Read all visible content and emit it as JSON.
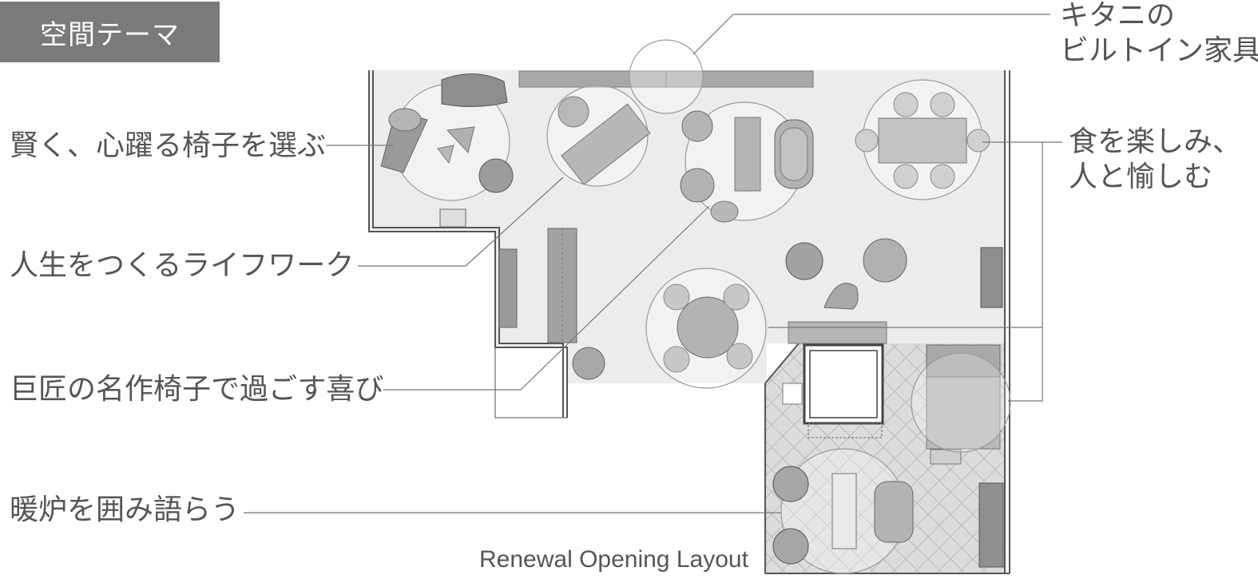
{
  "header": {
    "theme_tag": "空間テーマ"
  },
  "labels": {
    "chairs": "賢く、心躍る椅子を選ぶ",
    "lifework": "人生をつくるライフワーク",
    "masterpiece": "巨匠の名作椅子で過ごす喜び",
    "fireplace": "暖炉を囲み語らう",
    "builtin_line1": "キタニの",
    "builtin_line2": "ビルトイン家具",
    "dining_line1": "食を楽しみ、",
    "dining_line2": "人と愉しむ"
  },
  "caption": "Renewal Opening Layout",
  "colors": {
    "tag_background": "#7a7a7a",
    "text": "#555555",
    "floor": "#ececec",
    "furniture": "#b5b5b5",
    "furniture_dark": "#8e8e8e",
    "wall": "#555555"
  }
}
